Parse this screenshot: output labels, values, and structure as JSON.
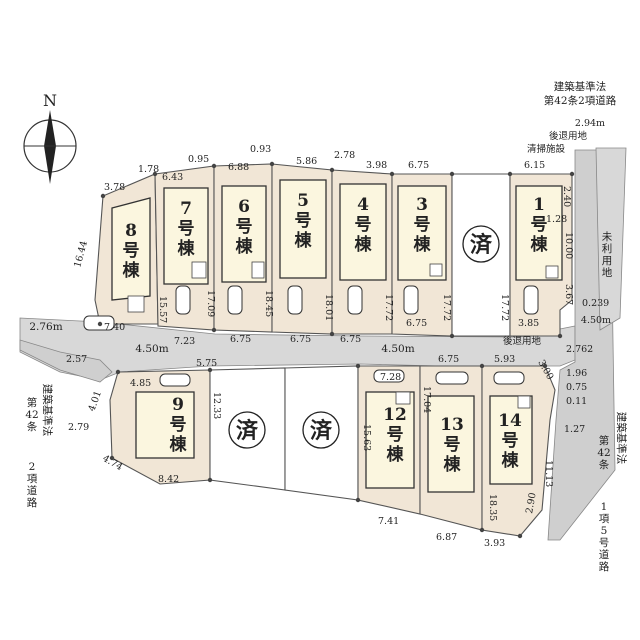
{
  "compass": {
    "label": "N"
  },
  "lots": [
    {
      "id": "lot-8",
      "label": "8号棟"
    },
    {
      "id": "lot-7",
      "label": "7号棟"
    },
    {
      "id": "lot-6",
      "label": "6号棟"
    },
    {
      "id": "lot-5",
      "label": "5号棟"
    },
    {
      "id": "lot-4",
      "label": "4号棟"
    },
    {
      "id": "lot-3",
      "label": "3号棟"
    },
    {
      "id": "lot-1",
      "label": "1号棟"
    },
    {
      "id": "lot-9",
      "label": "9号棟"
    },
    {
      "id": "lot-12",
      "label": "12号棟"
    },
    {
      "id": "lot-13",
      "label": "13号棟"
    },
    {
      "id": "lot-14",
      "label": "14号棟"
    }
  ],
  "sold_mark": "済",
  "labels": {
    "road_top_right": [
      "建築基準法",
      "第42条2項道路"
    ],
    "setback_width": "2.94m",
    "setback_land": "後退用地",
    "cleaning": "清掃施設",
    "unused_land": [
      "未",
      "利",
      "用",
      "地"
    ],
    "setback_land_2": "後退用地",
    "road_left": [
      "第",
      "42",
      "条",
      "2",
      "項",
      "道",
      "路"
    ],
    "road_left_prefix": "建築基準法",
    "road_right": [
      "第",
      "42",
      "条",
      "1",
      "項",
      "5",
      "号",
      "道",
      "路"
    ],
    "road_right_prefix": "建築基準法",
    "inner_road_1": "4.50m",
    "inner_road_2": "4.50m",
    "road_width_left": "2.76m",
    "road_width_right": "4.50m"
  },
  "dimensions": {
    "d_1_78": "1.78",
    "d_0_95": "0.95",
    "d_0_93": "0.93",
    "d_2_78": "2.78",
    "d_3_78": "3.78",
    "d_6_43": "6.43",
    "d_6_88": "6.88",
    "d_5_86": "5.86",
    "d_3_98": "3.98",
    "d_6_75a": "6.75",
    "d_6_15": "6.15",
    "d_2_40": "2.40",
    "d_1_28": "1.28",
    "d_10_00": "10.00",
    "d_16_44": "16.44",
    "d_15_57": "15.57",
    "d_17_09": "17.09",
    "d_18_45": "18.45",
    "d_18_01": "18.01",
    "d_17_72a": "17.72",
    "d_17_72b": "17.72",
    "d_17_72c": "17.72",
    "d_3_67": "3.67",
    "d_0_239": "0.239",
    "d_7_40": "7.40",
    "d_7_23": "7.23",
    "d_6_75b": "6.75",
    "d_6_75c": "6.75",
    "d_6_75d": "6.75",
    "d_6_75e": "6.75",
    "d_3_85": "3.85",
    "d_2_57": "2.57",
    "d_2_762": "2.762",
    "d_4_85": "4.85",
    "d_5_75": "5.75",
    "d_12_33": "12.33",
    "d_7_28": "7.28",
    "d_6_75f": "6.75",
    "d_5_93": "5.93",
    "d_3_00": "3.00",
    "d_1_96": "1.96",
    "d_0_75": "0.75",
    "d_0_11": "0.11",
    "d_4_01": "4.01",
    "d_2_79": "2.79",
    "d_15_63": "15.63",
    "d_17_04": "17.04",
    "d_1_27": "1.27",
    "d_4_74": "4.74",
    "d_8_42": "8.42",
    "d_11_13": "11.13",
    "d_18_35": "18.35",
    "d_2_90": "2.90",
    "d_7_41": "7.41",
    "d_6_87": "6.87",
    "d_3_93": "3.93"
  }
}
